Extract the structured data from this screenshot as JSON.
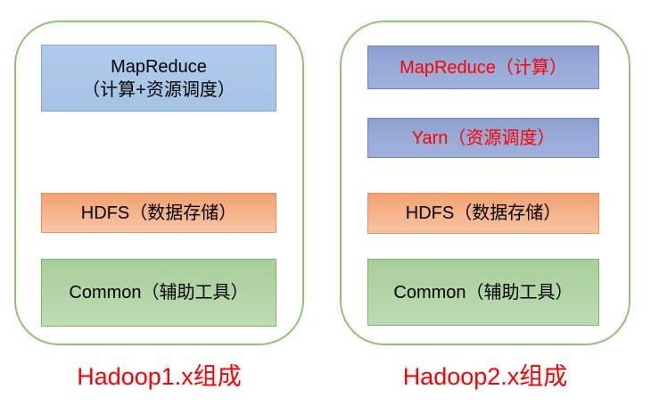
{
  "diagram": {
    "title_implied": "Hadoop 1.x vs Hadoop 2.x components",
    "left_panel": {
      "caption": "Hadoop1.x组成",
      "boxes": [
        {
          "id": "mapreduce",
          "line1": "MapReduce",
          "line2": "（计算+资源调度）",
          "fill": "#A9C6E8",
          "border": "#7FA7D8",
          "text_color": "#000000"
        },
        {
          "id": "hdfs",
          "text": "HDFS（数据存储）",
          "fill": "#F5B38A",
          "border": "#EC9055",
          "text_color": "#000000"
        },
        {
          "id": "common",
          "text": "Common（辅助工具）",
          "fill": "#B2D4A7",
          "border": "#7CB765",
          "text_color": "#000000"
        }
      ]
    },
    "right_panel": {
      "caption": "Hadoop2.x组成",
      "boxes": [
        {
          "id": "mapreduce",
          "text": "MapReduce（计算）",
          "fill": "#97A8D5",
          "border": "#7183BE",
          "text_color": "#FF0000"
        },
        {
          "id": "yarn",
          "text": "Yarn（资源调度）",
          "fill": "#97A8D5",
          "border": "#7183BE",
          "text_color": "#FF0000"
        },
        {
          "id": "hdfs",
          "text": "HDFS（数据存储）",
          "fill": "#F5B38A",
          "border": "#EC9055",
          "text_color": "#000000"
        },
        {
          "id": "common",
          "text": "Common（辅助工具）",
          "fill": "#B2D4A7",
          "border": "#7CB765",
          "text_color": "#000000"
        }
      ]
    },
    "colors": {
      "panel_border_green": "#8CC573",
      "caption_red": "#FF0000",
      "background": "#FFFFFF"
    }
  }
}
